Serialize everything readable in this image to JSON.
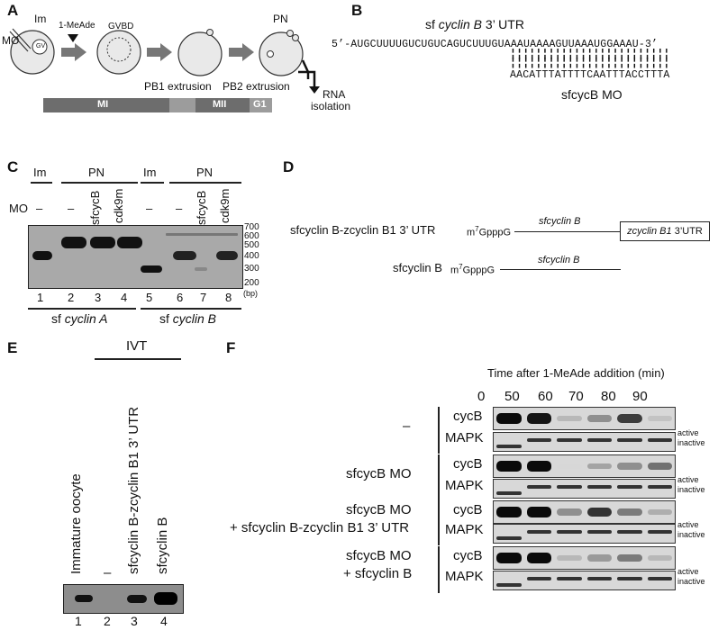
{
  "panels": {
    "A": {
      "label": "A",
      "mo": "MO",
      "im": "Im",
      "gv": "GV",
      "mead": "1-MeAde",
      "gvbd": "GVBD",
      "pn": "PN",
      "pb1": "PB1 extrusion",
      "pb2": "PB2 extrusion",
      "rna1": "RNA",
      "rna2": "isolation",
      "phases": [
        "MI",
        "MII",
        "G1"
      ]
    },
    "B": {
      "label": "B",
      "title_prefix": "sf ",
      "title_gene": "cyclin B",
      "title_suffix": " 3’ UTR",
      "seq": "5’-AUGCUUUUGUCUGUCAGUCUUUGUAAAUAAAAGUUAAAUGGAAAU-3’",
      "pairs": "¦¦¦¦¦¦¦¦¦¦¦¦¦¦¦¦¦¦¦¦¦¦¦¦¦",
      "mo_seq": "AACATTTATTTTCAATTTACCTTTA",
      "mo_name": "sfcycB MO"
    },
    "C": {
      "label": "C",
      "groups": [
        "Im",
        "PN",
        "Im",
        "PN"
      ],
      "mo_label": "MO",
      "dash": "–",
      "col_labels": [
        "sfcycB",
        "cdk9m",
        "sfcycB",
        "cdk9m"
      ],
      "markers": [
        "700",
        "600",
        "500",
        "400",
        "300",
        "200"
      ],
      "bp": "(bp)",
      "lanes": [
        "1",
        "2",
        "3",
        "4",
        "5",
        "6",
        "7",
        "8"
      ],
      "gene_prefix": "sf ",
      "gene_a": "cyclin A",
      "gene_b": "cyclin B"
    },
    "D": {
      "label": "D",
      "construct1": "sfcyclin B-zcyclin B1 3’ UTR",
      "construct2": "sfcyclin B",
      "cap_pre": "m",
      "cap_sup": "7",
      "cap_post": "GpppG",
      "orf": "sfcyclin B",
      "utr_gene": "zcyclin B1",
      "utr_suffix": " 3’UTR"
    },
    "E": {
      "label": "E",
      "ivt": "IVT",
      "lanes_text": [
        "Immature oocyte",
        "–",
        "sfcyclin B-zcyclin B1 3’ UTR",
        "sfcyclin B"
      ],
      "lane_nums": [
        "1",
        "2",
        "3",
        "4"
      ],
      "band_levels": [
        0.5,
        0.0,
        0.6,
        0.9
      ]
    },
    "F": {
      "label": "F",
      "time_title": "Time after 1-MeAde addition (min)",
      "times": [
        "0",
        "50",
        "60",
        "70",
        "80",
        "90"
      ],
      "rows": [
        {
          "cond": [
            "–"
          ],
          "cycB": [
            1.0,
            0.95,
            0.15,
            0.35,
            0.75,
            0.1
          ]
        },
        {
          "cond": [
            "sfcycB MO"
          ],
          "cycB": [
            1.0,
            1.0,
            0.0,
            0.25,
            0.35,
            0.5
          ]
        },
        {
          "cond": [
            "sfcycB MO",
            "+ sfcyclin B-zcyclin B1 3’ UTR"
          ],
          "cycB": [
            1.0,
            1.0,
            0.35,
            0.8,
            0.45,
            0.2
          ]
        },
        {
          "cond": [
            "sfcycB MO",
            "+ sfcyclin B"
          ],
          "cycB": [
            1.0,
            1.0,
            0.15,
            0.3,
            0.45,
            0.15
          ]
        }
      ],
      "blot_cycb": "cycB",
      "blot_mapk": "MAPK",
      "active": "active",
      "inactive": "inactive"
    }
  }
}
